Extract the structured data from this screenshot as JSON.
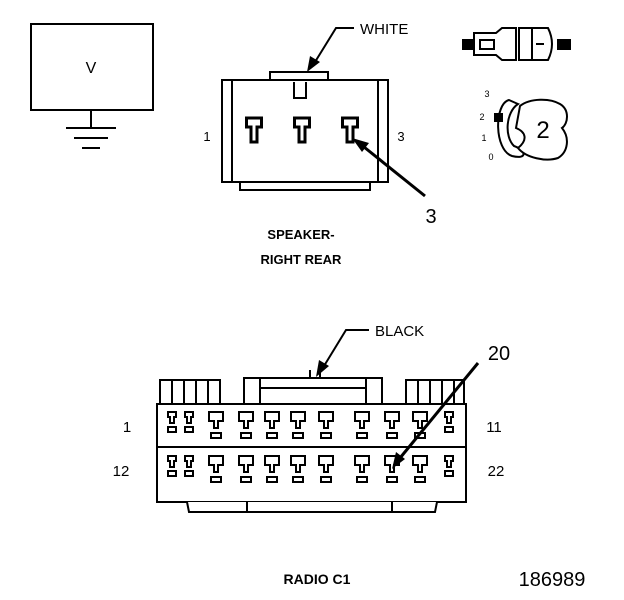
{
  "voltmeter": {
    "label": "V"
  },
  "speaker_connector": {
    "wire_color": "WHITE",
    "pin_first": "1",
    "pin_last": "3",
    "callout_pin": "3",
    "title_line1": "SPEAKER-",
    "title_line2": "RIGHT REAR"
  },
  "multimeter_selector": {
    "positions": [
      "3",
      "2",
      "1",
      "0"
    ],
    "selected": "2"
  },
  "radio_connector": {
    "wire_color": "BLACK",
    "callout_pin": "20",
    "row1_first": "1",
    "row1_last": "11",
    "row2_first": "12",
    "row2_last": "22",
    "title": "RADIO C1"
  },
  "figure_number": "186989"
}
